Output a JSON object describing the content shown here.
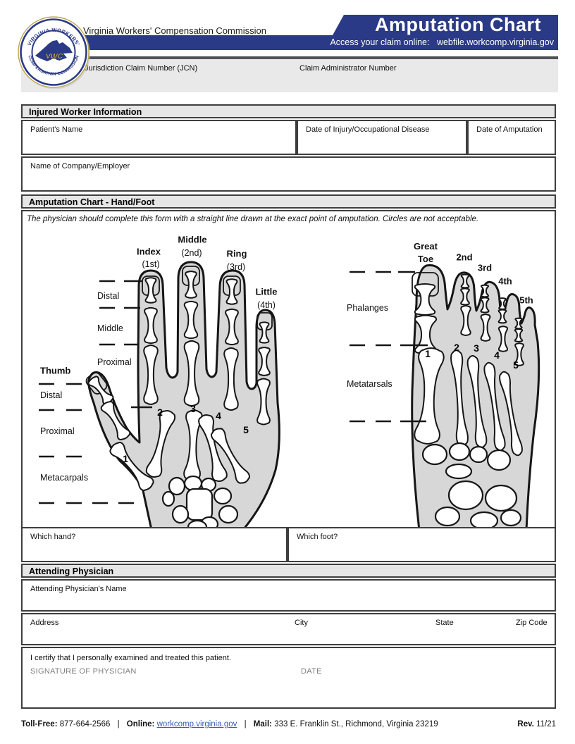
{
  "header": {
    "org_name": "Virginia Workers' Compensation Commission",
    "title": "Amputation Chart",
    "access_prefix": "Access your claim online:",
    "access_url": "webfile.workcomp.virginia.gov",
    "jcn_label": "Jurisdiction Claim Number (JCN)",
    "claim_admin_label": "Claim Administrator Number",
    "logo": {
      "arc_top": "VIRGINIA WORKERS'",
      "arc_bottom": "COMPENSATION COMMISSION",
      "center": "VWC"
    }
  },
  "injured_worker": {
    "section_title": "Injured Worker Information",
    "patient_name_label": "Patient's Name",
    "date_injury_label": "Date of Injury/Occupational Disease",
    "date_amputation_label": "Date of Amputation",
    "employer_label": "Name of Company/Employer"
  },
  "amputation_chart": {
    "section_title": "Amputation Chart - Hand/Foot",
    "instruction": "The physician should complete this form with a straight line drawn at the exact point of amputation. Circles are not acceptable.",
    "hand": {
      "finger_labels": [
        {
          "name": "Index",
          "ordinal": "(1st)"
        },
        {
          "name": "Middle",
          "ordinal": "(2nd)"
        },
        {
          "name": "Ring",
          "ordinal": "(3rd)"
        },
        {
          "name": "Little",
          "ordinal": "(4th)"
        }
      ],
      "thumb_label": "Thumb",
      "segment_labels": [
        "Distal",
        "Middle",
        "Proximal"
      ],
      "thumb_segment_labels": [
        "Distal",
        "Proximal"
      ],
      "metacarpals_label": "Metacarpals",
      "bone_numbers": [
        "1",
        "2",
        "3",
        "4",
        "5"
      ],
      "which_label": "Which hand?"
    },
    "foot": {
      "toe_labels": [
        "Great Toe",
        "2nd",
        "3rd",
        "4th",
        "5th"
      ],
      "phalanges_label": "Phalanges",
      "metatarsals_label": "Metatarsals",
      "bone_numbers": [
        "1",
        "2",
        "3",
        "4",
        "5"
      ],
      "which_label": "Which foot?"
    }
  },
  "attending_physician": {
    "section_title": "Attending Physician",
    "name_label": "Attending Physician's Name",
    "address_label": "Address",
    "city_label": "City",
    "state_label": "State",
    "zip_label": "Zip Code",
    "certify_text": "I certify that I personally examined and treated this patient.",
    "signature_label": "SIGNATURE OF PHYSICIAN",
    "date_label": "DATE"
  },
  "footer": {
    "toll_free_label": "Toll-Free:",
    "toll_free_number": "877-664-2566",
    "online_label": "Online:",
    "online_url": "workcomp.virginia.gov",
    "mail_label": "Mail:",
    "mail_address": "333 E. Franklin St., Richmond, Virginia 23219",
    "separator": "|",
    "rev_label": "Rev.",
    "rev_value": "11/21"
  },
  "colors": {
    "navy": "#2b3a87",
    "gold": "#f2c71d",
    "section_gray": "#e6e6e6",
    "panel_gray": "#e9e9e9",
    "border_dark": "#3e3e3e",
    "silhouette_gray": "#d7d7d7",
    "muted_text": "#7f7f7f",
    "link_blue": "#3a5dae"
  }
}
